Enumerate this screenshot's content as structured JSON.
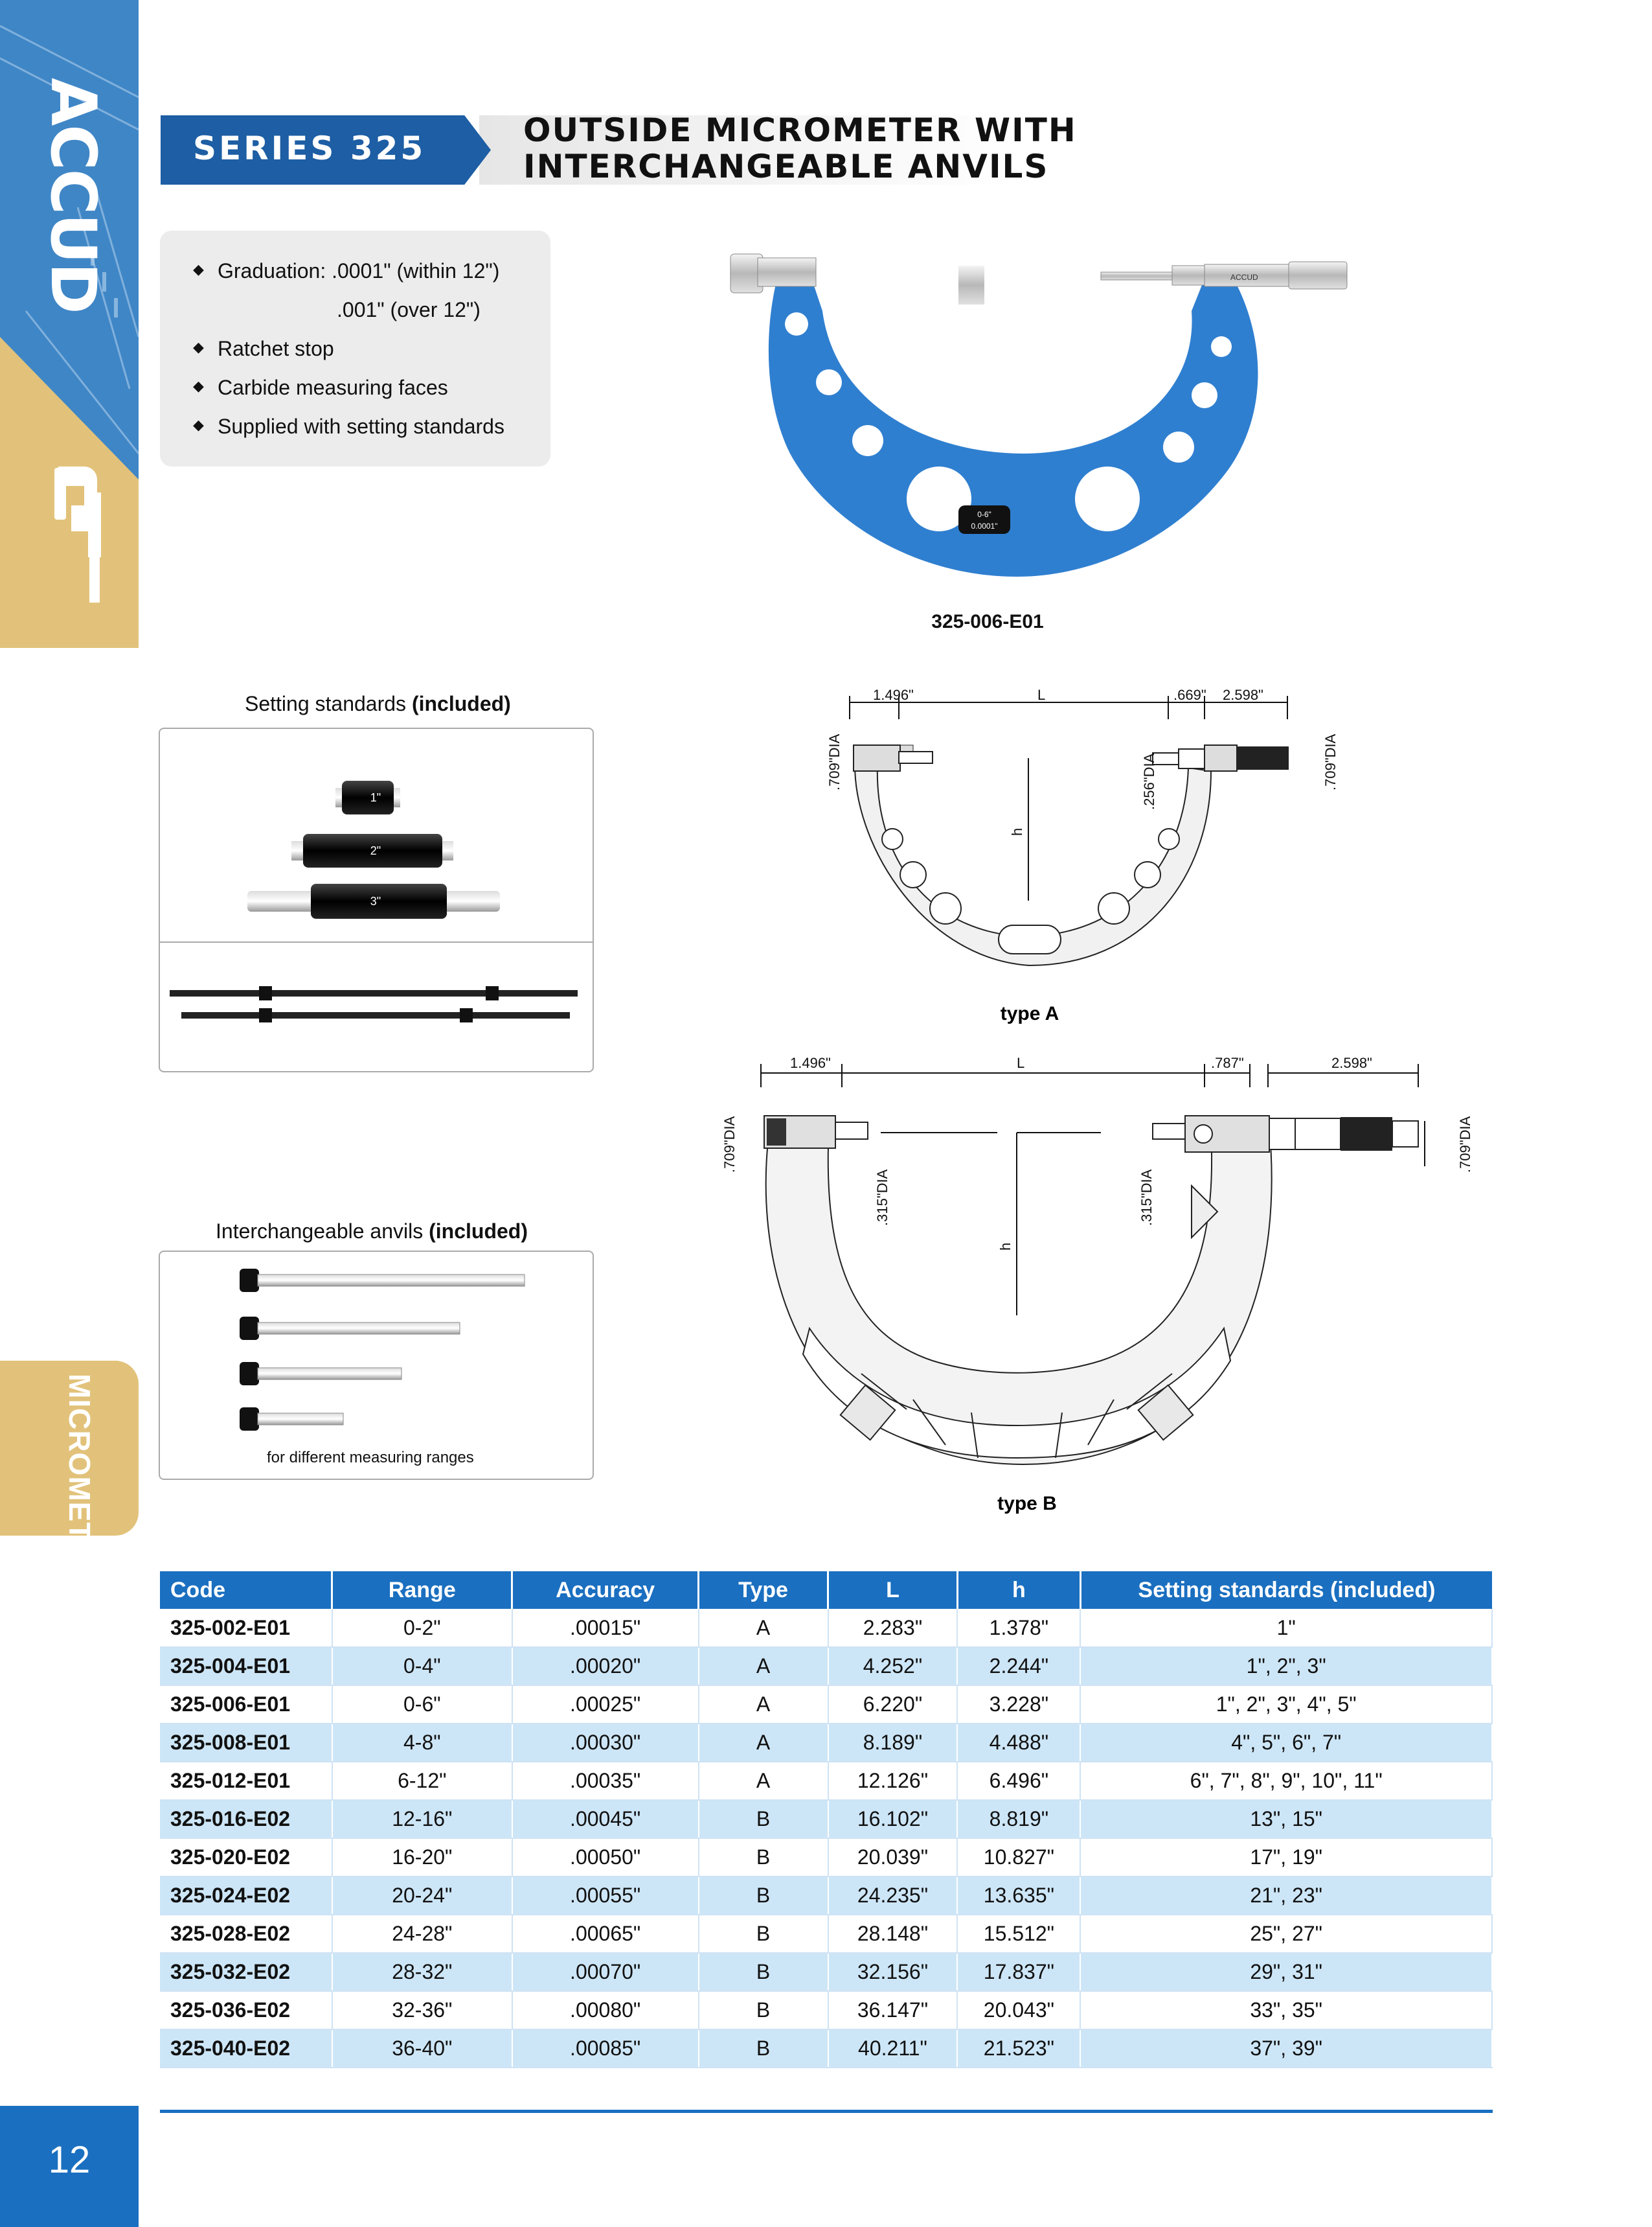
{
  "brand": {
    "logo": "ACCUD"
  },
  "side_tab": {
    "label": "MICROMETER"
  },
  "page_number": "12",
  "header": {
    "series": "SERIES 325",
    "title_line1": "OUTSIDE MICROMETER WITH",
    "title_line2": "INTERCHANGEABLE ANVILS"
  },
  "features": [
    "Graduation: .0001\" (within 12\")",
    ".001\" (over 12\")",
    "Ratchet stop",
    "Carbide measuring faces",
    "Supplied with setting standards"
  ],
  "product_image": {
    "caption": "325-006-E01",
    "plate_line1": "0-6\"",
    "plate_line2": "0.0001\"",
    "brand": "ACCUD"
  },
  "setting_standards": {
    "label": "Setting standards",
    "note": "(included)",
    "rods": [
      "1\"",
      "2\"",
      "3\""
    ]
  },
  "anvils": {
    "label": "Interchangeable anvils",
    "note": "(included)",
    "footnote": "for different measuring ranges"
  },
  "diagram_a": {
    "label": "type A",
    "d1": "1.496\"",
    "L": "L",
    "d2": ".669\"",
    "d3": "2.598\"",
    "dia1": ".709\"DIA",
    "dia2": ".256\"DIA",
    "dia3": ".709\"DIA",
    "h": "h"
  },
  "diagram_b": {
    "label": "type B",
    "d1": "1.496\"",
    "L": "L",
    "d2": ".787\"",
    "d3": "2.598\"",
    "dia1": ".709\"DIA",
    "dia2": ".315\"DIA",
    "dia3": ".315\"DIA",
    "dia4": ".709\"DIA",
    "h": "h"
  },
  "table": {
    "headers": [
      "Code",
      "Range",
      "Accuracy",
      "Type",
      "L",
      "h",
      "Setting standards (included)"
    ],
    "rows": [
      [
        "325-002-E01",
        "0-2\"",
        ".00015\"",
        "A",
        "2.283\"",
        "1.378\"",
        "1\""
      ],
      [
        "325-004-E01",
        "0-4\"",
        ".00020\"",
        "A",
        "4.252\"",
        "2.244\"",
        "1\", 2\", 3\""
      ],
      [
        "325-006-E01",
        "0-6\"",
        ".00025\"",
        "A",
        "6.220\"",
        "3.228\"",
        "1\", 2\", 3\", 4\", 5\""
      ],
      [
        "325-008-E01",
        "4-8\"",
        ".00030\"",
        "A",
        "8.189\"",
        "4.488\"",
        "4\", 5\", 6\", 7\""
      ],
      [
        "325-012-E01",
        "6-12\"",
        ".00035\"",
        "A",
        "12.126\"",
        "6.496\"",
        "6\", 7\", 8\", 9\", 10\", 11\""
      ],
      [
        "325-016-E02",
        "12-16\"",
        ".00045\"",
        "B",
        "16.102\"",
        "8.819\"",
        "13\", 15\""
      ],
      [
        "325-020-E02",
        "16-20\"",
        ".00050\"",
        "B",
        "20.039\"",
        "10.827\"",
        "17\", 19\""
      ],
      [
        "325-024-E02",
        "20-24\"",
        ".00055\"",
        "B",
        "24.235\"",
        "13.635\"",
        "21\", 23\""
      ],
      [
        "325-028-E02",
        "24-28\"",
        ".00065\"",
        "B",
        "28.148\"",
        "15.512\"",
        "25\", 27\""
      ],
      [
        "325-032-E02",
        "28-32\"",
        ".00070\"",
        "B",
        "32.156\"",
        "17.837\"",
        "29\", 31\""
      ],
      [
        "325-036-E02",
        "32-36\"",
        ".00080\"",
        "B",
        "36.147\"",
        "20.043\"",
        "33\", 35\""
      ],
      [
        "325-040-E02",
        "36-40\"",
        ".00085\"",
        "B",
        "40.211\"",
        "21.523\"",
        "37\", 39\""
      ]
    ]
  },
  "colors": {
    "brand_blue": "#1a6fc0",
    "series_blue": "#1d5ea4",
    "gold": "#e2c27a",
    "row_alt": "#cde6f7",
    "frame_blue": "#2f7fd0"
  }
}
